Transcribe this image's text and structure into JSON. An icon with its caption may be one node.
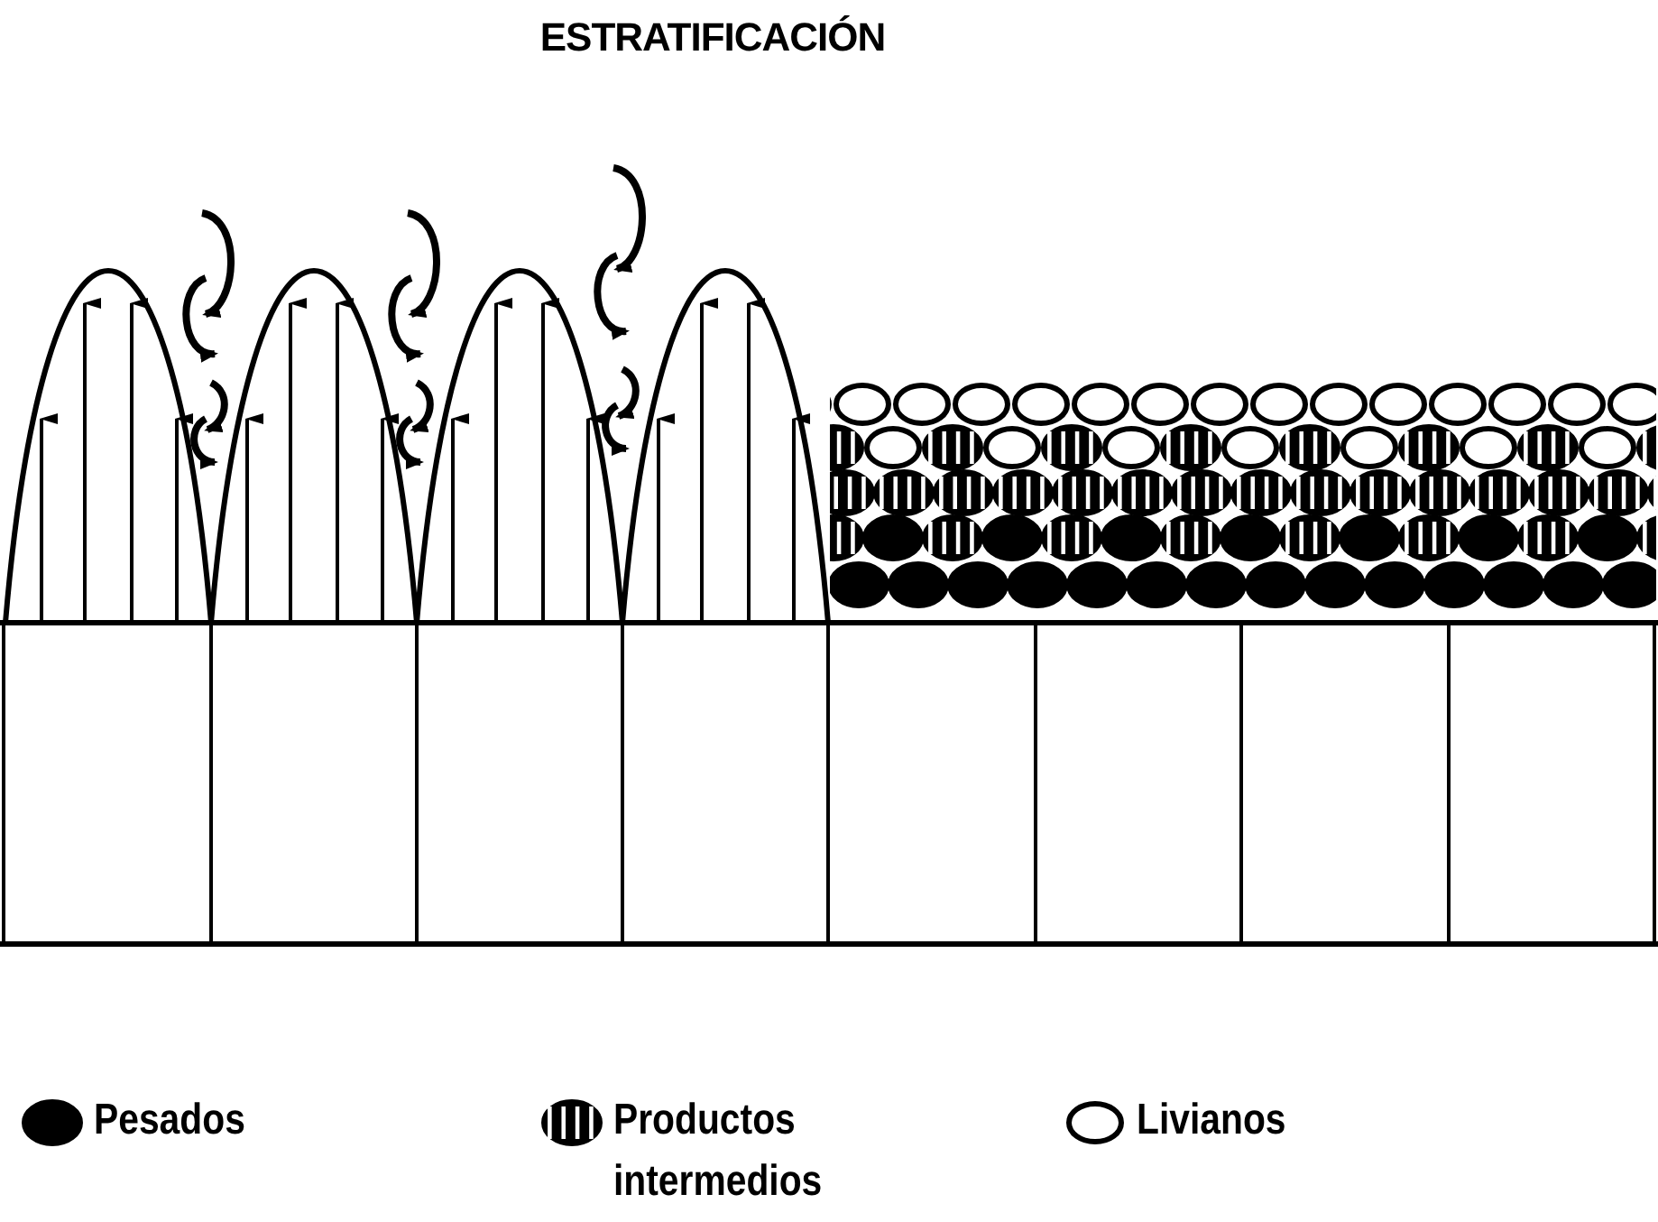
{
  "diagram": {
    "title": "ESTRATIFICACIÓN",
    "legend": [
      {
        "text": "Pesados"
      },
      {
        "text": "Productos intermedios"
      },
      {
        "text": "Livianos"
      }
    ]
  }
}
